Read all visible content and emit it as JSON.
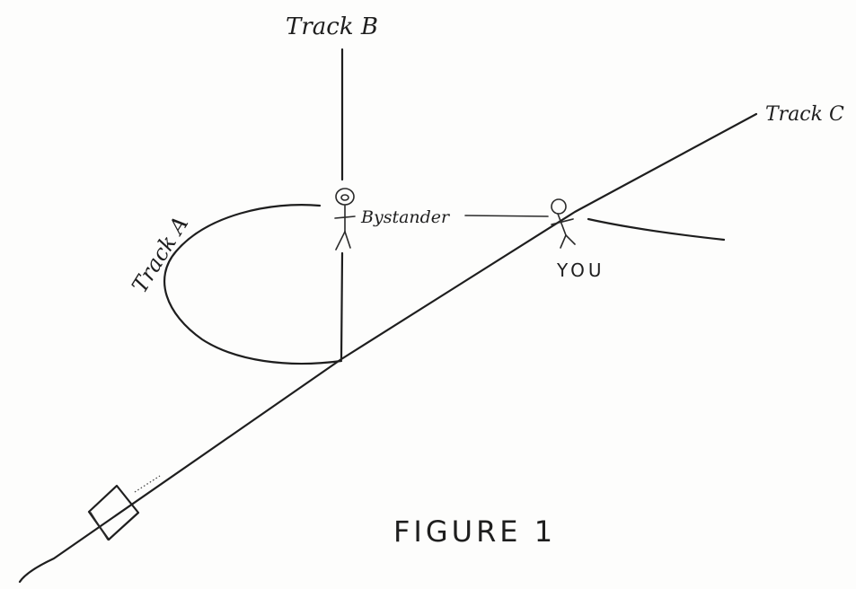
{
  "labels": {
    "track_a": "Track A",
    "track_b": "Track B",
    "track_c": "Track C",
    "bystander": "Bystander",
    "you": "YOU",
    "caption": "FIGURE 1"
  },
  "colors": {
    "ink": "#1e1e1e",
    "paper": "#fdfdfc"
  }
}
